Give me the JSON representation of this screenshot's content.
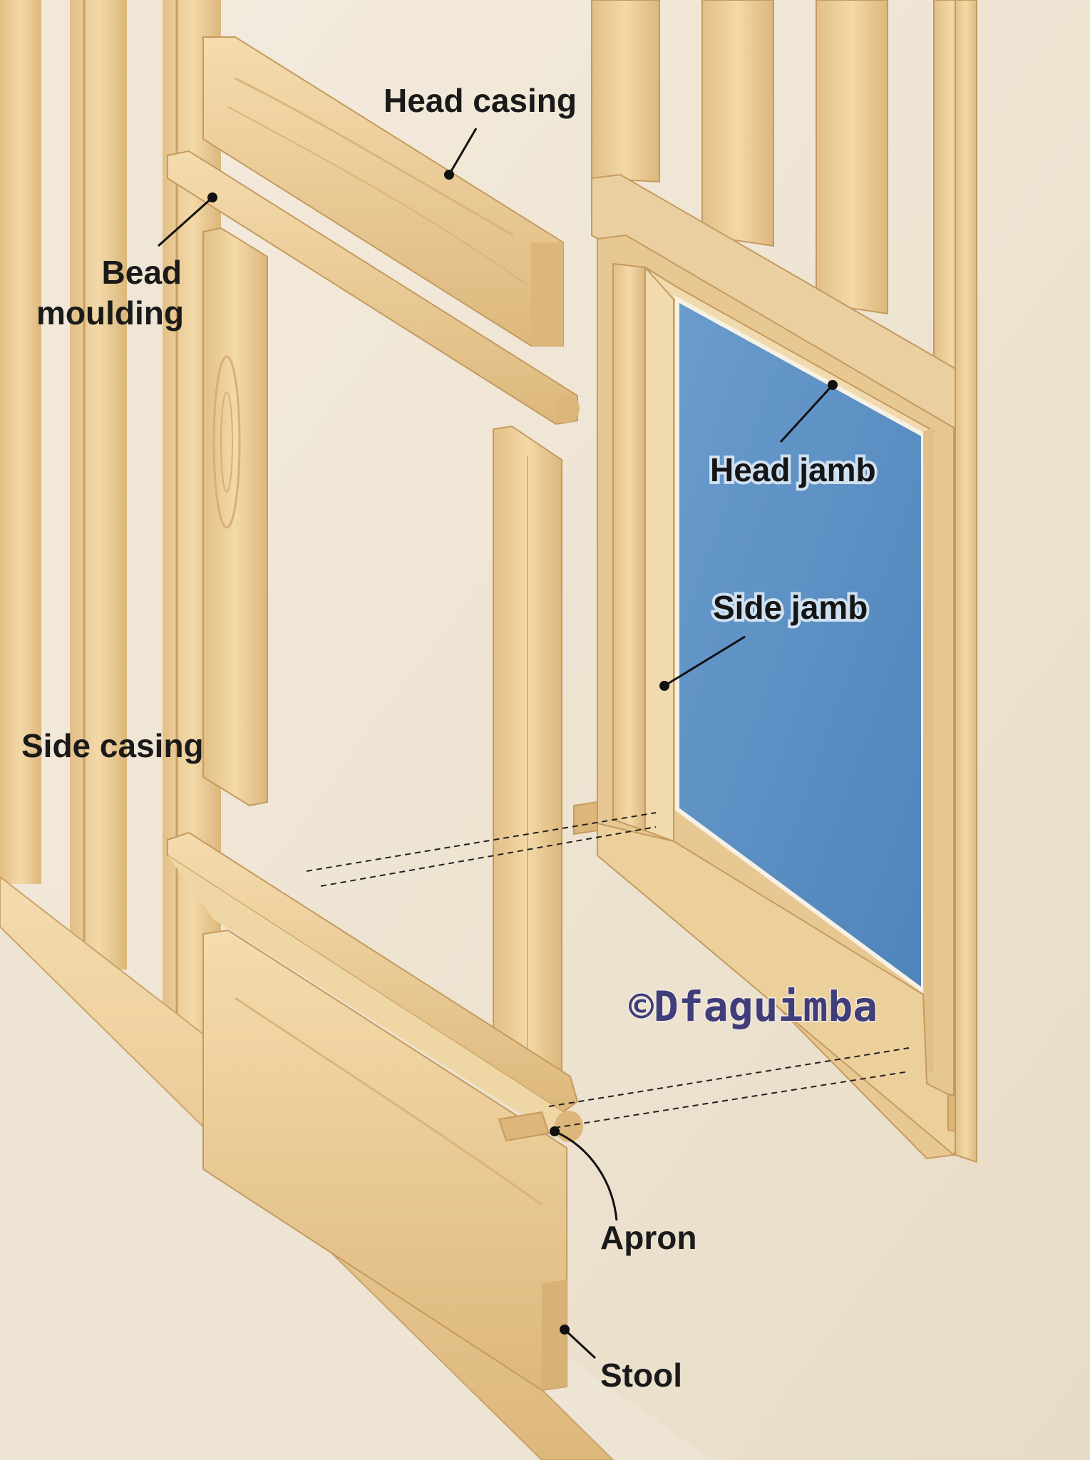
{
  "labels": {
    "head_casing": "Head casing",
    "bead_moulding_line1": "Bead",
    "bead_moulding_line2": "moulding",
    "side_casing": "Side casing",
    "head_jamb": "Head jamb",
    "side_jamb": "Side jamb",
    "apron": "Apron",
    "stool": "Stool"
  },
  "watermark": "©Dfaguimba",
  "colors": {
    "wall": "#efe6d6",
    "wood": "#ecd09c",
    "wood_dark": "#d2ad72",
    "wood_light": "#f6e2bb",
    "glass": "#5b8fc2",
    "watermark": "#3f3d7a",
    "leader": "#111111"
  }
}
